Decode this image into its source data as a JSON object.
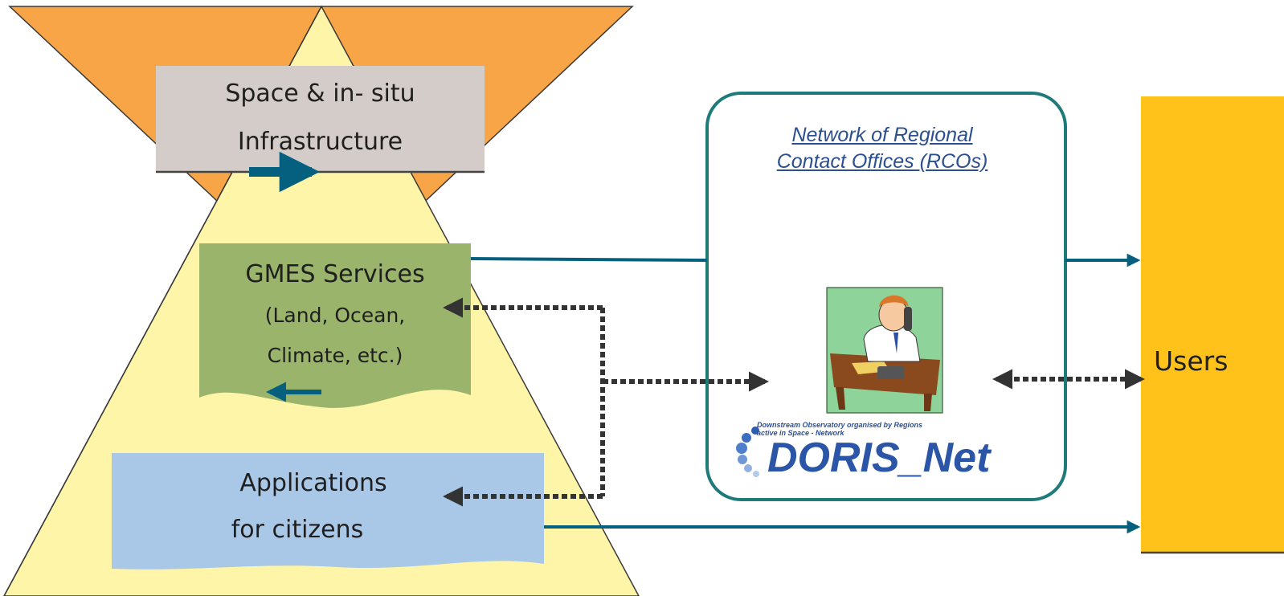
{
  "boxes": {
    "infrastructure": {
      "line1": "Space & in- situ",
      "line2": "Infrastructure"
    },
    "services": {
      "line1": "GMES Services",
      "line2": "(Land, Ocean,",
      "line3": "Climate, etc.)"
    },
    "applications": {
      "line1": "Applications",
      "line2": "for citizens"
    },
    "users": {
      "label": "Users"
    }
  },
  "network": {
    "title_line1": "Network of Regional",
    "title_line2": "Contact Offices (RCOs)"
  },
  "logo": {
    "tagline_line1": "Downstream Observatory organised by Regions",
    "tagline_line2": "active in Space - Network",
    "name": "DORIS_Net"
  },
  "icons": {
    "person": "office-worker-on-phone-icon",
    "logo": "doris-net-logo"
  },
  "colors": {
    "orange_triangle": "#F8A548",
    "yellow_triangle": "#FFF5A8",
    "infrastructure_box": "#D4CCC8",
    "services_box": "#9BB46B",
    "applications_box": "#A9C8E8",
    "users_box": "#FFC21A",
    "network_border": "#1F7A7A",
    "arrow": "#05607F",
    "dashed_arrow": "#333333"
  }
}
